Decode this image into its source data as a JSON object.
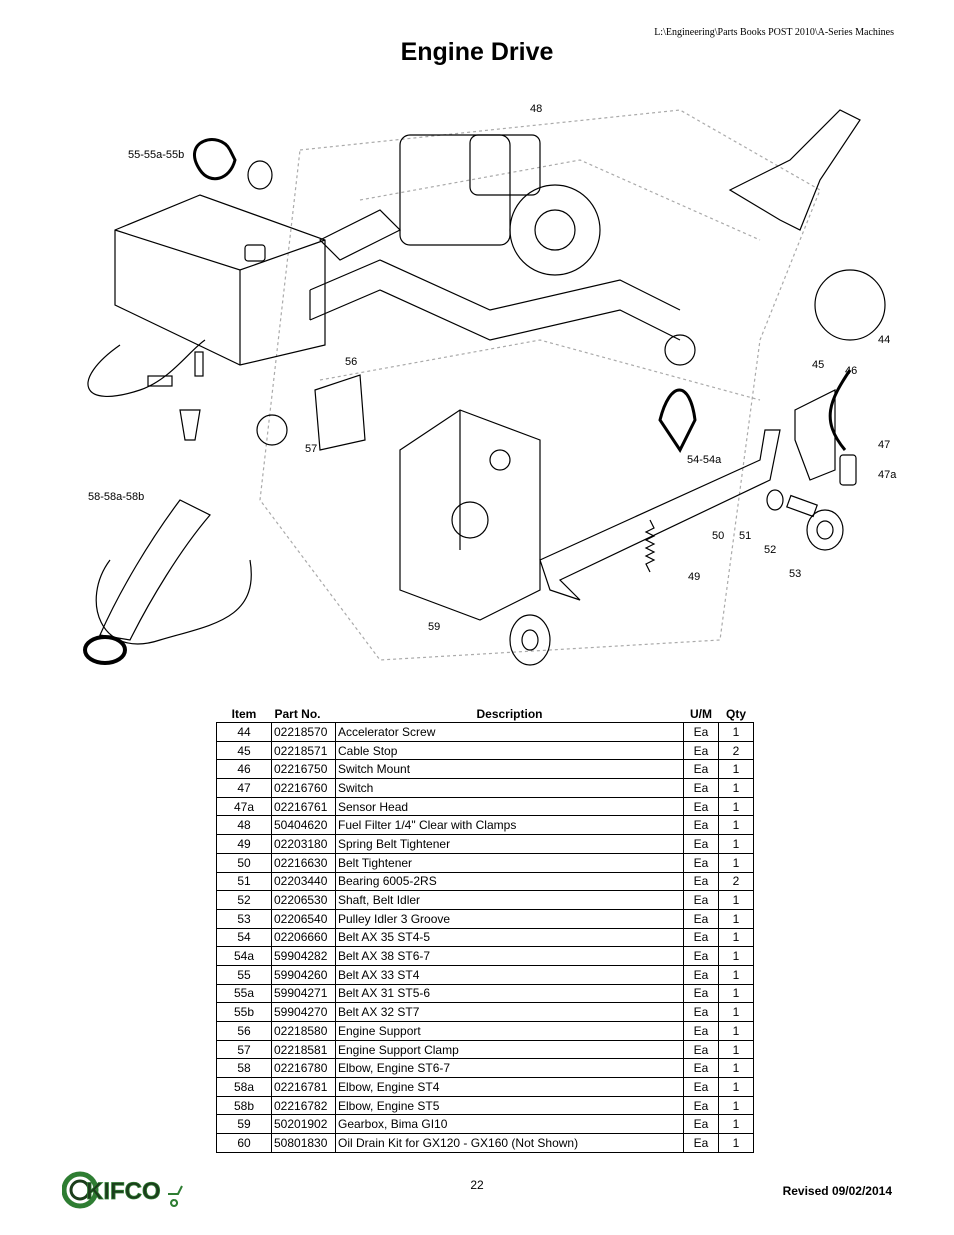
{
  "header": {
    "path": "L:\\Engineering\\Parts Books POST 2010\\A-Series Machines"
  },
  "title": "Engine Drive",
  "diagram": {
    "callouts": [
      "48",
      "55-55a-55b",
      "56",
      "57",
      "58-58a-58b",
      "59",
      "44",
      "45",
      "46",
      "47",
      "47a",
      "54-54a",
      "50",
      "51",
      "52",
      "53",
      "49"
    ]
  },
  "table": {
    "headers": [
      "Item",
      "Part No.",
      "Description",
      "U/M",
      "Qty"
    ],
    "rows": [
      {
        "item": "44",
        "part": "02218570",
        "desc": "Accelerator Screw",
        "um": "Ea",
        "qty": "1"
      },
      {
        "item": "45",
        "part": "02218571",
        "desc": "Cable Stop",
        "um": "Ea",
        "qty": "2"
      },
      {
        "item": "46",
        "part": "02216750",
        "desc": "Switch Mount",
        "um": "Ea",
        "qty": "1"
      },
      {
        "item": "47",
        "part": "02216760",
        "desc": "Switch",
        "um": "Ea",
        "qty": "1"
      },
      {
        "item": "47a",
        "part": "02216761",
        "desc": "Sensor Head",
        "um": "Ea",
        "qty": "1"
      },
      {
        "item": "48",
        "part": "50404620",
        "desc": "Fuel Filter 1/4\" Clear with Clamps",
        "um": "Ea",
        "qty": "1"
      },
      {
        "item": "49",
        "part": "02203180",
        "desc": "Spring Belt Tightener",
        "um": "Ea",
        "qty": "1"
      },
      {
        "item": "50",
        "part": "02216630",
        "desc": "Belt Tightener",
        "um": "Ea",
        "qty": "1"
      },
      {
        "item": "51",
        "part": "02203440",
        "desc": "Bearing 6005-2RS",
        "um": "Ea",
        "qty": "2"
      },
      {
        "item": "52",
        "part": "02206530",
        "desc": "Shaft, Belt Idler",
        "um": "Ea",
        "qty": "1"
      },
      {
        "item": "53",
        "part": "02206540",
        "desc": "Pulley Idler 3 Groove",
        "um": "Ea",
        "qty": "1"
      },
      {
        "item": "54",
        "part": "02206660",
        "desc": "Belt AX 35 ST4-5",
        "um": "Ea",
        "qty": "1"
      },
      {
        "item": "54a",
        "part": "59904282",
        "desc": "Belt AX 38 ST6-7",
        "um": "Ea",
        "qty": "1"
      },
      {
        "item": "55",
        "part": "59904260",
        "desc": "Belt AX 33 ST4",
        "um": "Ea",
        "qty": "1"
      },
      {
        "item": "55a",
        "part": "59904271",
        "desc": "Belt AX 31 ST5-6",
        "um": "Ea",
        "qty": "1"
      },
      {
        "item": "55b",
        "part": "59904270",
        "desc": "Belt AX 32 ST7",
        "um": "Ea",
        "qty": "1"
      },
      {
        "item": "56",
        "part": "02218580",
        "desc": "Engine Support",
        "um": "Ea",
        "qty": "1"
      },
      {
        "item": "57",
        "part": "02218581",
        "desc": "Engine Support Clamp",
        "um": "Ea",
        "qty": "1"
      },
      {
        "item": "58",
        "part": "02216780",
        "desc": "Elbow, Engine ST6-7",
        "um": "Ea",
        "qty": "1"
      },
      {
        "item": "58a",
        "part": "02216781",
        "desc": "Elbow, Engine ST4",
        "um": "Ea",
        "qty": "1"
      },
      {
        "item": "58b",
        "part": "02216782",
        "desc": "Elbow, Engine ST5",
        "um": "Ea",
        "qty": "1"
      },
      {
        "item": "59",
        "part": "50201902",
        "desc": "Gearbox, Bima GI10",
        "um": "Ea",
        "qty": "1"
      },
      {
        "item": "60",
        "part": "50801830",
        "desc": "Oil Drain Kit for GX120 - GX160 (Not Shown)",
        "um": "Ea",
        "qty": "1"
      }
    ]
  },
  "footer": {
    "logo_text": "KIFCO",
    "page_number": "22",
    "revised": "Revised 09/02/2014"
  },
  "colors": {
    "logo_green": "#2e7d32",
    "logo_dark": "#1b3d1b"
  }
}
